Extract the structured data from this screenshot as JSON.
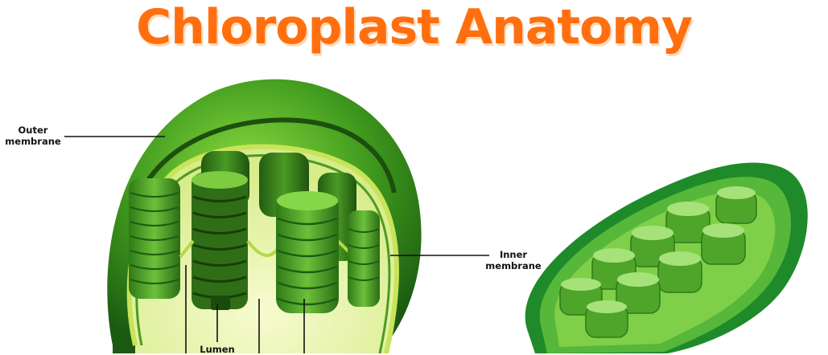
{
  "title": "Chloroplast Anatomy",
  "labels": {
    "outer_membrane": [
      "Outer",
      "membrane"
    ],
    "inner_membrane": [
      "Inner",
      "membrane"
    ],
    "lumen": "Lumen"
  },
  "colors": {
    "title": "#ff6f0f",
    "dark_green": "#1f5c12",
    "mid_green": "#3f9a1e",
    "light_green": "#8fd14f",
    "stroma": "#f2f7b8"
  }
}
